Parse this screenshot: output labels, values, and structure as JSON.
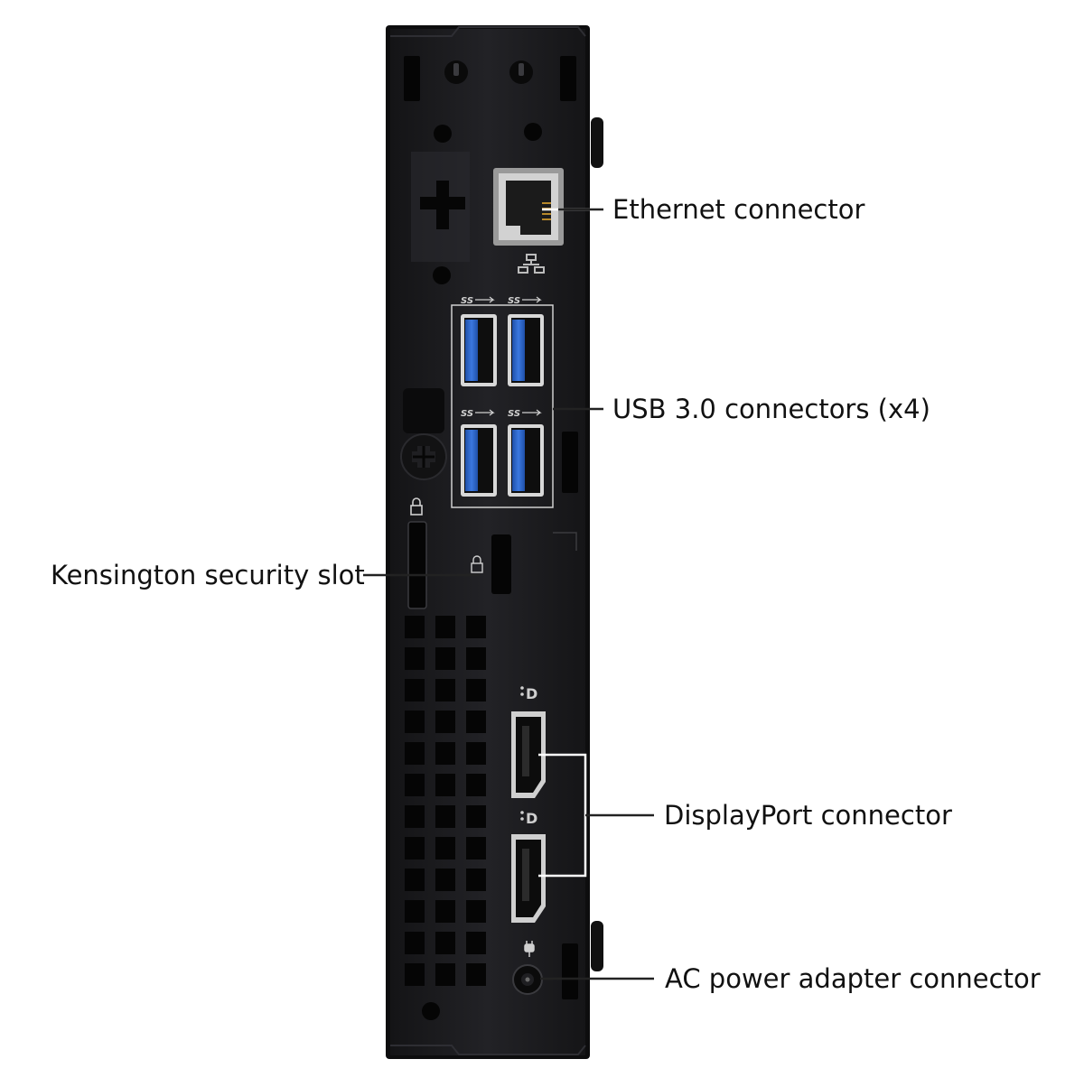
{
  "callouts": {
    "ethernet": "Ethernet connector",
    "usb": "USB 3.0 connectors (x4)",
    "kensington": "Kensington security slot",
    "displayport": "DisplayPort connector",
    "power": "AC power adapter connector"
  },
  "port_marks": {
    "usb_ss": "SS",
    "dp": "D"
  },
  "colors": {
    "chassis": "#1c1c1f",
    "usb_blue": "#2b63c9",
    "port_metal": "#bdbdbd",
    "leader": "#222222"
  },
  "icons": [
    "network-icon",
    "usb-ss-icon",
    "lock-icon",
    "displayport-icon",
    "power-plug-icon",
    "kensington-icon"
  ]
}
